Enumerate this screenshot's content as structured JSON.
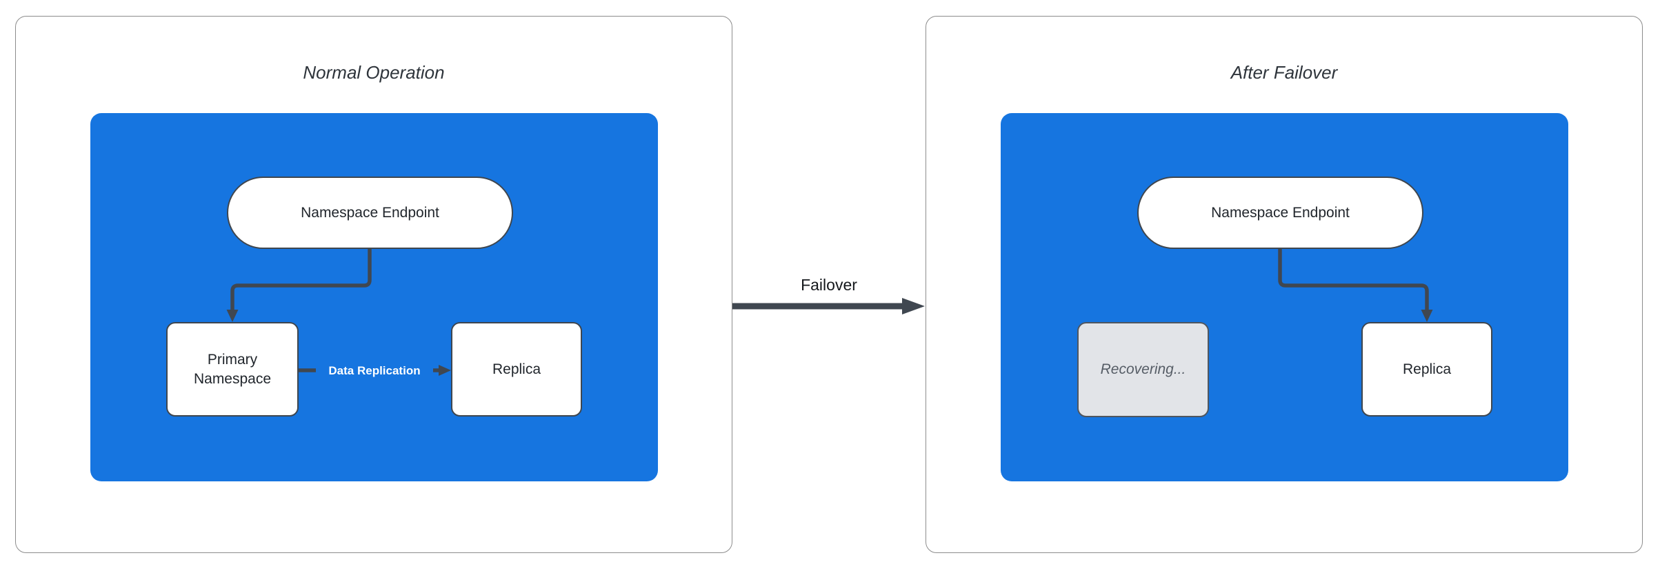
{
  "colors": {
    "container_blue": "#1675e0",
    "panel_border": "#8c8c8c",
    "node_border": "#3f464e",
    "node_fill": "#ffffff",
    "recovering_fill": "#e2e4e8",
    "recovering_border": "#50565e",
    "recovering_text": "#565d66",
    "edge": "#404750",
    "edge_label": "#ffffff",
    "title_text": "#2e343b",
    "node_text": "#21262c",
    "failover_text": "#15181c"
  },
  "left_panel": {
    "title": "Normal Operation",
    "endpoint_label": "Namespace Endpoint",
    "primary_label": "Primary Namespace",
    "replica_label": "Replica",
    "replication_edge_label": "Data Replication"
  },
  "failover": {
    "label": "Failover"
  },
  "right_panel": {
    "title": "After Failover",
    "endpoint_label": "Namespace Endpoint",
    "recovering_label": "Recovering...",
    "replica_label": "Replica"
  }
}
